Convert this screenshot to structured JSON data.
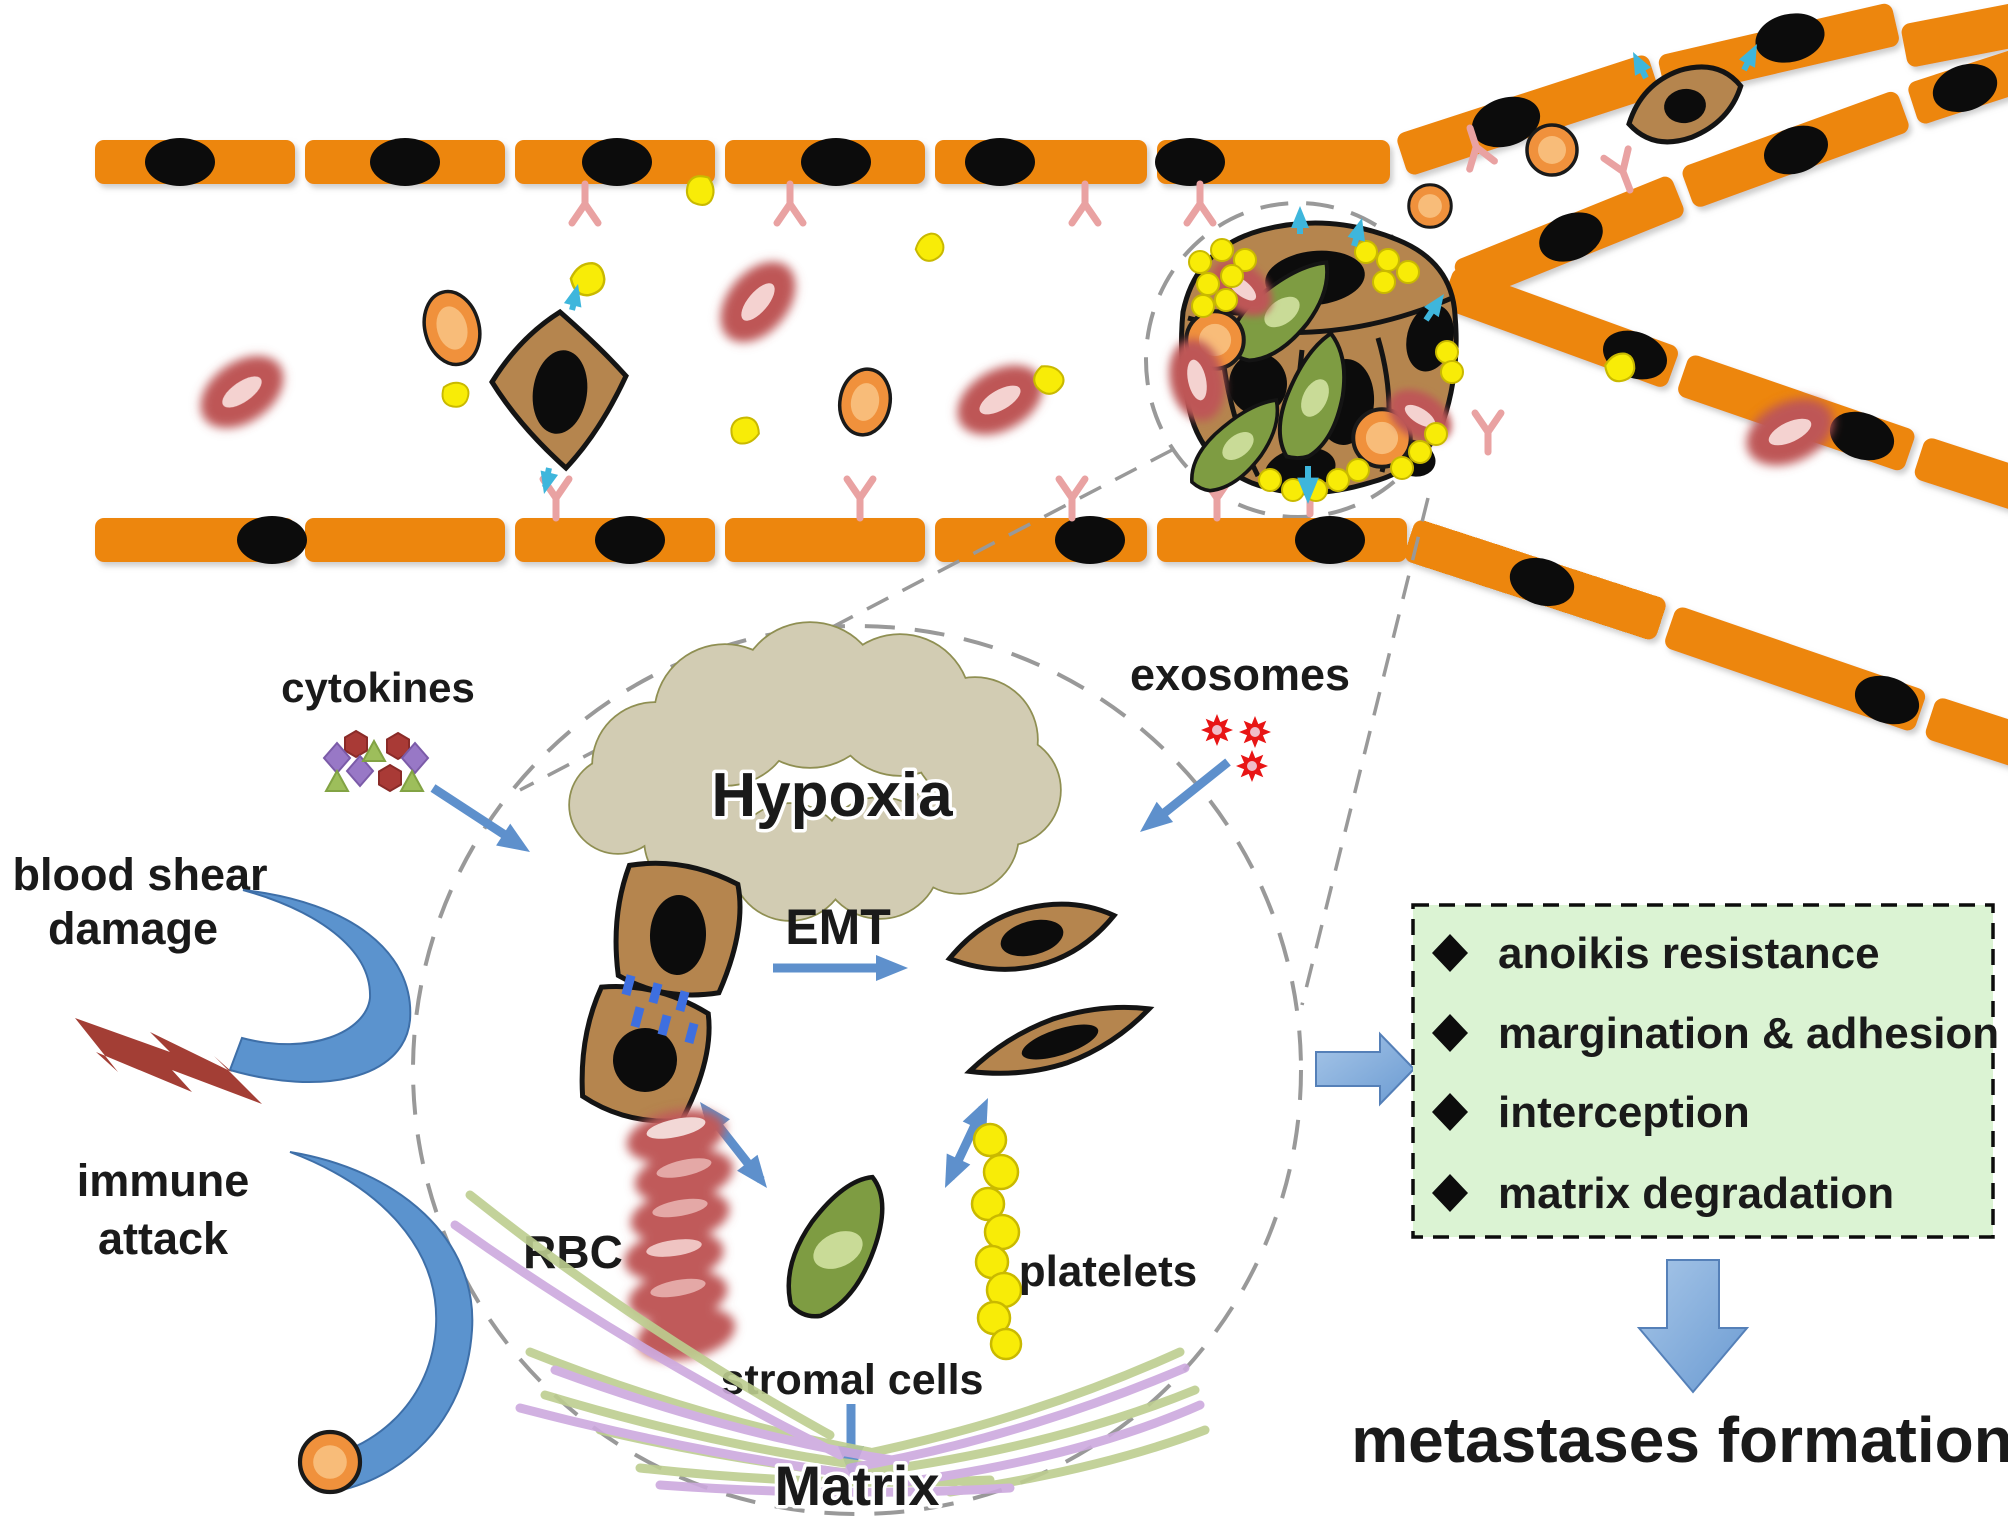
{
  "labels": {
    "cytokines": "cytokines",
    "exosomes": "exosomes",
    "hypoxia": "Hypoxia",
    "emt": "EMT",
    "rbc": "RBC",
    "stromal_cells": "stromal cells",
    "platelets": "platelets",
    "matrix": "Matrix",
    "blood_shear_line1": "blood shear",
    "blood_shear_line2": "damage",
    "immune_line1": "immune",
    "immune_line2": "attack",
    "metastases": "metastases formation"
  },
  "outcome_box": {
    "items": [
      "anoikis resistance",
      "margination & adhesion",
      "interception",
      "matrix degradation"
    ]
  },
  "colors": {
    "vessel_orange": "#ED860D",
    "tumor_brown": "#B5854E",
    "stromal_green": "#7E9C42",
    "platelet_yellow": "#F8EC07",
    "rbc_red": "#BE5656",
    "arrow_blue": "#5E90CC",
    "cyan": "#3EB6DC",
    "receptor_pink": "#E9A2A2",
    "cloud_tan": "#D2CCB3",
    "box_green": "#DBF3D3",
    "metastases_red": "#FB0D0D",
    "matrix_green": "#BDCE90",
    "matrix_purple": "#CDA9DE"
  }
}
